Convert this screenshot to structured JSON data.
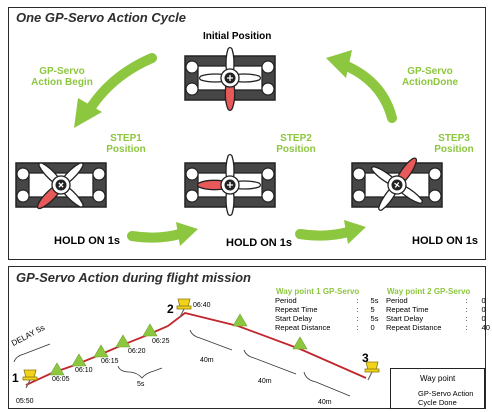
{
  "top": {
    "title": "One GP-Servo Action Cycle",
    "initial_position": "Initial Position",
    "action_begin": [
      "GP-Servo",
      "Action Begin"
    ],
    "action_done": [
      "GP-Servo",
      "ActionDone"
    ],
    "steps": [
      {
        "label": [
          "STEP1",
          "Position"
        ],
        "hold": "HOLD ON 1s"
      },
      {
        "label": [
          "STEP2",
          "Position"
        ],
        "hold": "HOLD ON 1s"
      },
      {
        "label": [
          "STEP3",
          "Position"
        ],
        "hold": "HOLD ON 1s"
      }
    ],
    "colors": {
      "accent_green": "#8dc63f",
      "servo_body": "#444444",
      "horn_red": "#e8595a"
    }
  },
  "bottom": {
    "title": "GP-Servo Action during flight mission",
    "waypoint_numbers": [
      "1",
      "2",
      "3"
    ],
    "delay_label": "DELAY 5s",
    "times": [
      "05:50",
      "06:05",
      "06:10",
      "06:15",
      "06:20",
      "06:25",
      "06:40"
    ],
    "interval_labels": [
      "5s",
      "40m",
      "40m",
      "40m"
    ],
    "wp1": {
      "title": "Way point 1 GP-Servo",
      "rows": [
        {
          "k": "Period",
          "s": ":",
          "v": "5s"
        },
        {
          "k": "Repeat Time",
          "s": ":",
          "v": "5"
        },
        {
          "k": "Start Delay",
          "s": ":",
          "v": "5s"
        },
        {
          "k": "Repeat Distance",
          "s": ":",
          "v": "0"
        }
      ]
    },
    "wp2": {
      "title": "Way point 2 GP-Servo",
      "rows": [
        {
          "k": "Period",
          "s": ":",
          "v": "0"
        },
        {
          "k": "Repeat Time",
          "s": ":",
          "v": "0"
        },
        {
          "k": "Start Delay",
          "s": ":",
          "v": "0"
        },
        {
          "k": "Repeat Distance",
          "s": ":",
          "v": "40"
        }
      ]
    },
    "legend": {
      "waypoint": "Way point",
      "cycle_done": [
        "GP-Servo Action",
        "Cycle Done"
      ]
    },
    "colors": {
      "path": "#c0282d",
      "marker": "#8dc63f",
      "pin": "#f2d21b"
    }
  }
}
